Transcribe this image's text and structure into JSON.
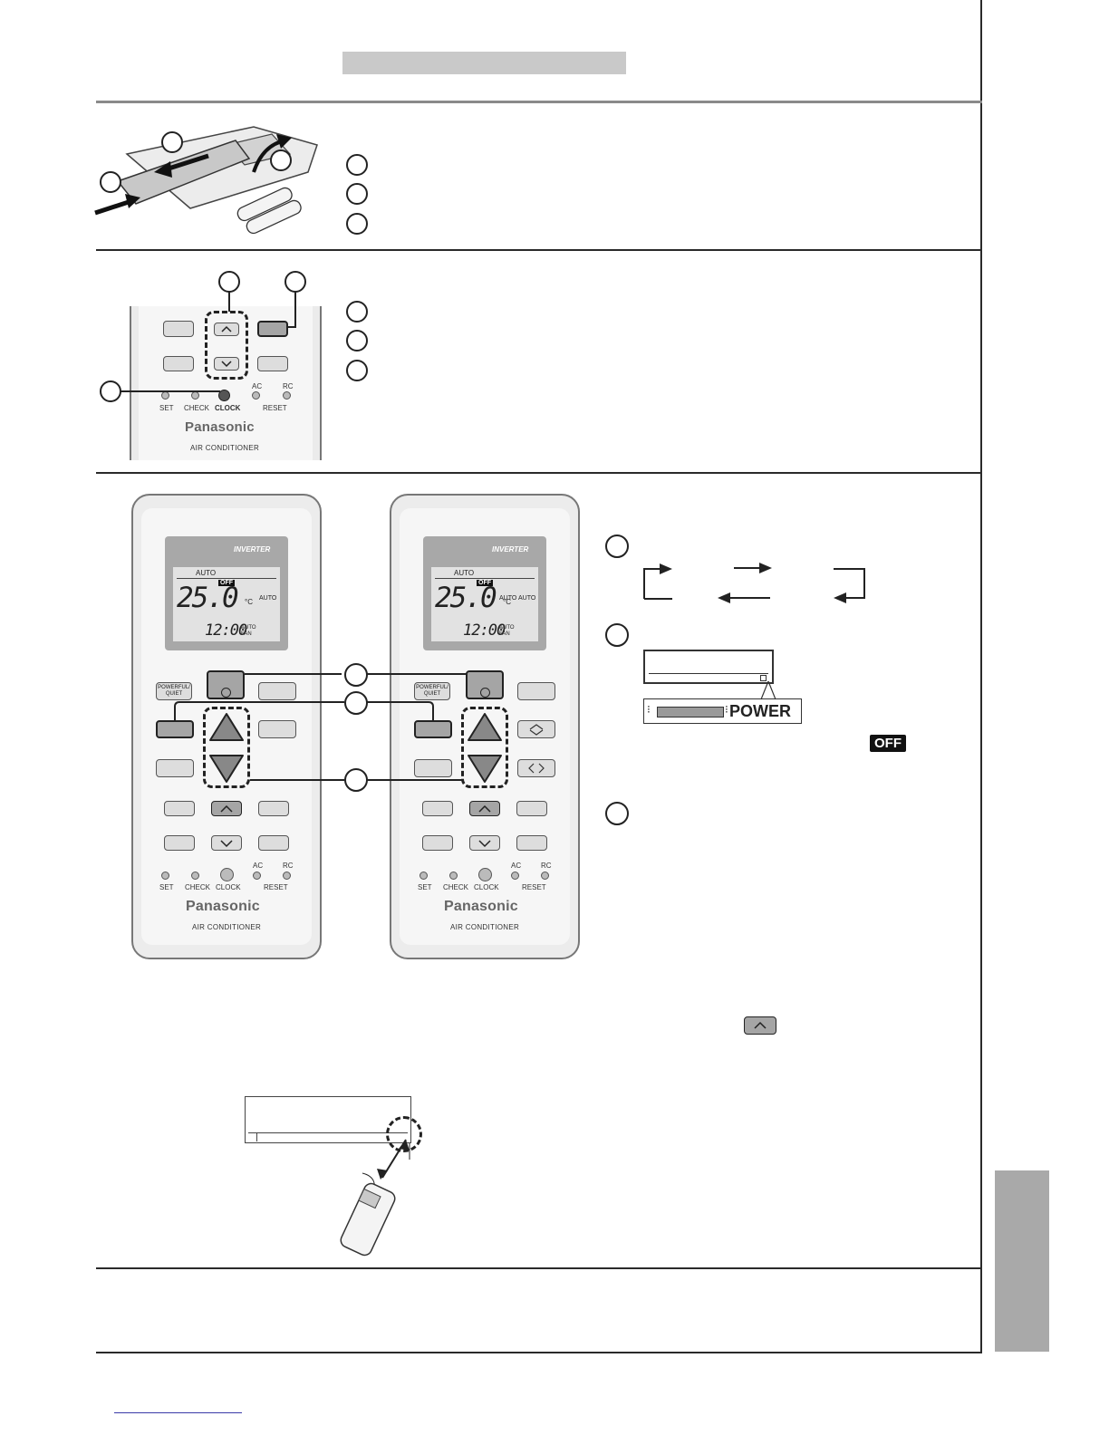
{
  "remote_left": {
    "lcd": {
      "brand": "INVERTER",
      "mode": "AUTO",
      "off_badge": "OFF",
      "temperature": "25.0",
      "unit": "°C",
      "auto_label": "AUTO",
      "time": "12:00",
      "fan": "AUTO\nFAN"
    },
    "powerful_quiet": "POWERFUL/\nQUIET",
    "set": "SET",
    "check": "CHECK",
    "clock": "CLOCK",
    "ac": "AC",
    "rc": "RC",
    "reset": "RESET",
    "brand": "Panasonic",
    "subtitle": "AIR CONDITIONER"
  },
  "remote_right": {
    "lcd": {
      "brand": "INVERTER",
      "mode": "AUTO",
      "off_badge": "OFF",
      "temperature": "25.0",
      "unit": "°C",
      "auto_label": "AUTO",
      "auto_label_2": "AUTO",
      "time": "12:00",
      "fan": "AUTO\nFAN"
    },
    "powerful_quiet": "POWERFUL/\nQUIET",
    "set": "SET",
    "check": "CHECK",
    "clock": "CLOCK",
    "ac": "AC",
    "rc": "RC",
    "reset": "RESET",
    "brand": "Panasonic",
    "subtitle": "AIR CONDITIONER"
  },
  "clock_remote": {
    "set": "SET",
    "check": "CHECK",
    "clock": "CLOCK",
    "ac": "AC",
    "rc": "RC",
    "reset": "RESET",
    "brand": "Panasonic",
    "subtitle": "AIR CONDITIONER"
  },
  "indicator": {
    "power_label": "POWER",
    "off_badge": "OFF"
  }
}
